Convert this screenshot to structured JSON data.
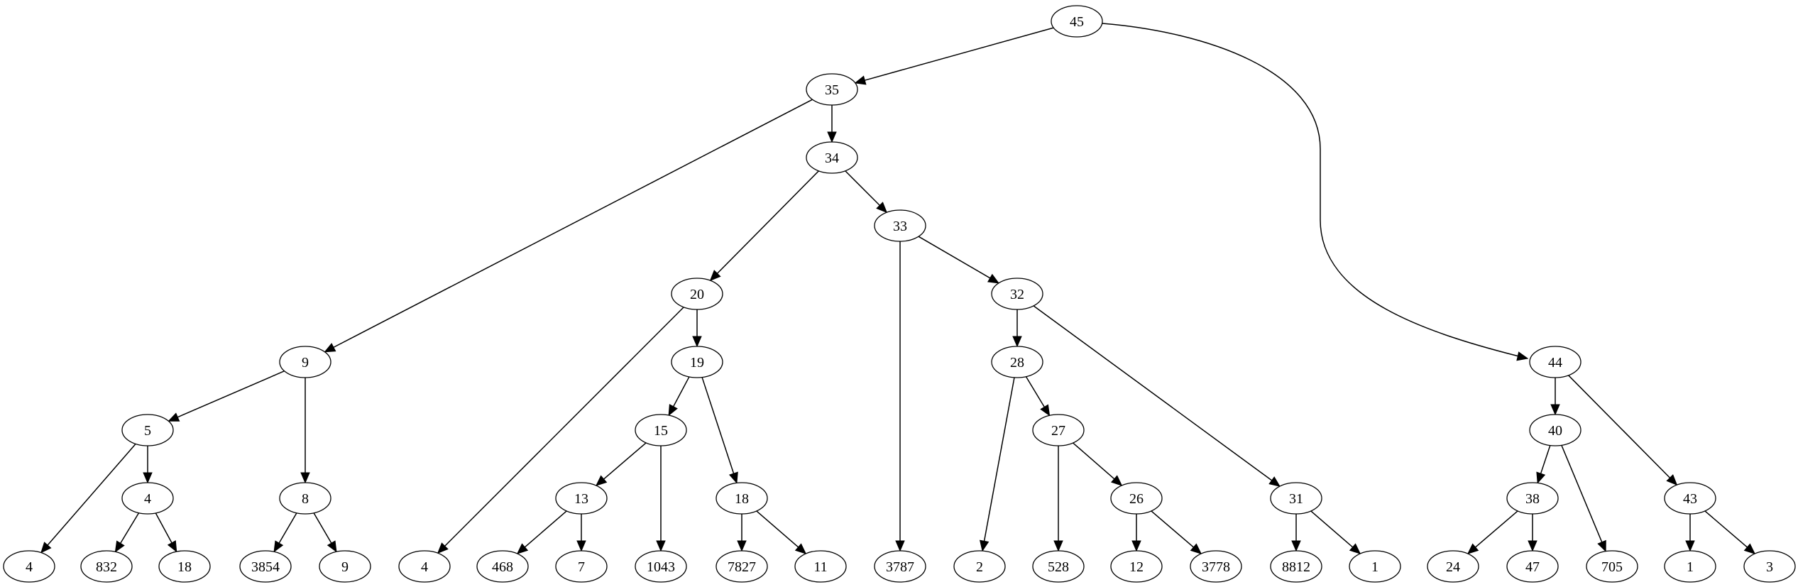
{
  "nodes": [
    {
      "id": "n45",
      "label": "45"
    },
    {
      "id": "n35",
      "label": "35"
    },
    {
      "id": "n34",
      "label": "34"
    },
    {
      "id": "n33",
      "label": "33"
    },
    {
      "id": "n20",
      "label": "20"
    },
    {
      "id": "n32",
      "label": "32"
    },
    {
      "id": "n9",
      "label": "9"
    },
    {
      "id": "n19",
      "label": "19"
    },
    {
      "id": "n28",
      "label": "28"
    },
    {
      "id": "n44",
      "label": "44"
    },
    {
      "id": "n5",
      "label": "5"
    },
    {
      "id": "n15",
      "label": "15"
    },
    {
      "id": "n27",
      "label": "27"
    },
    {
      "id": "n40",
      "label": "40"
    },
    {
      "id": "n4a",
      "label": "4"
    },
    {
      "id": "n8",
      "label": "8"
    },
    {
      "id": "n13",
      "label": "13"
    },
    {
      "id": "n18a",
      "label": "18"
    },
    {
      "id": "n26",
      "label": "26"
    },
    {
      "id": "n31",
      "label": "31"
    },
    {
      "id": "n38",
      "label": "38"
    },
    {
      "id": "n43",
      "label": "43"
    },
    {
      "id": "l4",
      "label": "4"
    },
    {
      "id": "l832",
      "label": "832"
    },
    {
      "id": "l18",
      "label": "18"
    },
    {
      "id": "l3854",
      "label": "3854"
    },
    {
      "id": "l9",
      "label": "9"
    },
    {
      "id": "l4b",
      "label": "4"
    },
    {
      "id": "l468",
      "label": "468"
    },
    {
      "id": "l7",
      "label": "7"
    },
    {
      "id": "l1043",
      "label": "1043"
    },
    {
      "id": "l7827",
      "label": "7827"
    },
    {
      "id": "l11",
      "label": "11"
    },
    {
      "id": "l3787",
      "label": "3787"
    },
    {
      "id": "l2",
      "label": "2"
    },
    {
      "id": "l528",
      "label": "528"
    },
    {
      "id": "l12",
      "label": "12"
    },
    {
      "id": "l3778",
      "label": "3778"
    },
    {
      "id": "l8812",
      "label": "8812"
    },
    {
      "id": "l1",
      "label": "1"
    },
    {
      "id": "l24",
      "label": "24"
    },
    {
      "id": "l47",
      "label": "47"
    },
    {
      "id": "l705",
      "label": "705"
    },
    {
      "id": "l1b",
      "label": "1"
    },
    {
      "id": "l3",
      "label": "3"
    }
  ],
  "edges": [
    [
      "n45",
      "n35"
    ],
    [
      "n45",
      "n44"
    ],
    [
      "n35",
      "n9"
    ],
    [
      "n35",
      "n34"
    ],
    [
      "n34",
      "n20"
    ],
    [
      "n34",
      "n33"
    ],
    [
      "n33",
      "l3787"
    ],
    [
      "n33",
      "n32"
    ],
    [
      "n20",
      "l4b"
    ],
    [
      "n20",
      "n19"
    ],
    [
      "n32",
      "n28"
    ],
    [
      "n32",
      "n31"
    ],
    [
      "n9",
      "n5"
    ],
    [
      "n9",
      "n8"
    ],
    [
      "n19",
      "n15"
    ],
    [
      "n19",
      "n18a"
    ],
    [
      "n28",
      "l2"
    ],
    [
      "n28",
      "n27"
    ],
    [
      "n44",
      "n40"
    ],
    [
      "n44",
      "n43"
    ],
    [
      "n5",
      "l4"
    ],
    [
      "n5",
      "n4a"
    ],
    [
      "n15",
      "n13"
    ],
    [
      "n15",
      "l1043"
    ],
    [
      "n27",
      "l528"
    ],
    [
      "n27",
      "n26"
    ],
    [
      "n40",
      "n38"
    ],
    [
      "n40",
      "l705"
    ],
    [
      "n4a",
      "l832"
    ],
    [
      "n4a",
      "l18"
    ],
    [
      "n8",
      "l3854"
    ],
    [
      "n8",
      "l9"
    ],
    [
      "n13",
      "l468"
    ],
    [
      "n13",
      "l7"
    ],
    [
      "n18a",
      "l7827"
    ],
    [
      "n18a",
      "l11"
    ],
    [
      "n26",
      "l12"
    ],
    [
      "n26",
      "l3778"
    ],
    [
      "n31",
      "l8812"
    ],
    [
      "n31",
      "l1"
    ],
    [
      "n38",
      "l24"
    ],
    [
      "n38",
      "l47"
    ],
    [
      "n43",
      "l1b"
    ],
    [
      "n43",
      "l3"
    ]
  ]
}
